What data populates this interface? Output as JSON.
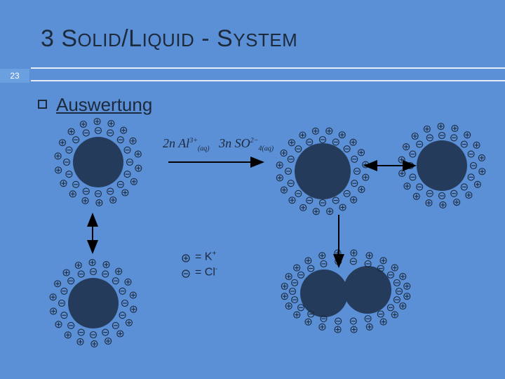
{
  "slide": {
    "number": "23",
    "title_first": "3 S",
    "title_first_sc": "OLID",
    "title_slash": "/L",
    "title_second_sc": "IQUID",
    "title_dash": " - S",
    "title_third_sc": "YSTEM",
    "heading": "Auswertung"
  },
  "equation": {
    "coef1": "2n",
    "ion1": "Al",
    "ion1_charge": "3+",
    "ion1_state": "(aq)",
    "coef2": "3n",
    "ion2": "SO",
    "ion2_charge": "2−",
    "ion2_state": "4(aq)"
  },
  "legend": {
    "plus_label": "= K",
    "plus_sup": "+",
    "minus_label": "= Cl",
    "minus_sup": "-"
  },
  "colors": {
    "background": "#5b8fd6",
    "particle": "#243b5c",
    "ion": "#1d2a3c"
  }
}
